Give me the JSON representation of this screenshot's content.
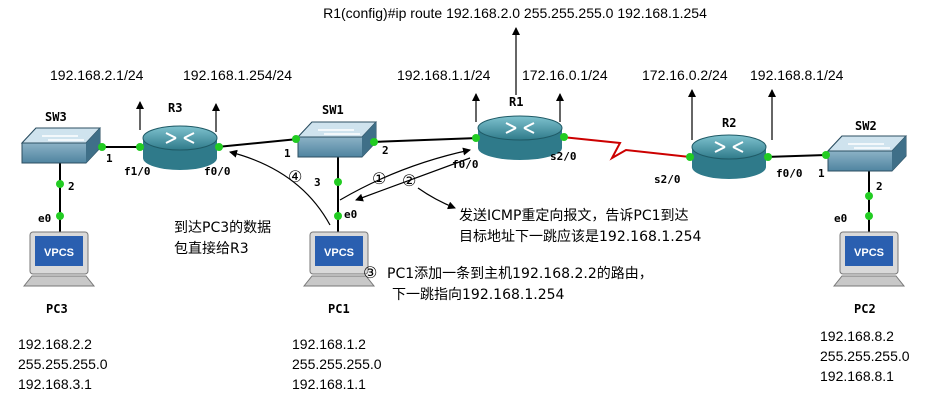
{
  "command": "R1(config)#ip route 192.168.2.0 255.255.255.0 192.168.1.254",
  "ip_labels": {
    "r3_f10": "192.168.2.1/24",
    "r3_f00": "192.168.1.254/24",
    "r1_f00": "192.168.1.1/24",
    "r1_s20": "172.16.0.1/24",
    "r2_s20": "172.16.0.2/24",
    "r2_f00": "192.168.8.1/24"
  },
  "devices": {
    "sw3": "SW3",
    "r3": "R3",
    "sw1": "SW1",
    "r1": "R1",
    "r2": "R2",
    "sw2": "SW2",
    "pc3": "PC3",
    "pc1": "PC1",
    "pc2": "PC2",
    "vpcs": "VPCS"
  },
  "ifaces": {
    "sw3_1": "1",
    "sw3_2": "2",
    "pc3_e0": "e0",
    "r3_f10": "f1/0",
    "r3_f00": "f0/0",
    "sw1_1": "1",
    "sw1_2": "2",
    "sw1_3": "3",
    "pc1_e0": "e0",
    "r1_f00": "f0/0",
    "r1_s20": "s2/0",
    "r2_s20": "s2/0",
    "r2_f00": "f0/0",
    "sw2_1": "1",
    "sw2_2": "2",
    "pc2_e0": "e0"
  },
  "steps": {
    "s1": "①",
    "s2": "②",
    "s3": "③",
    "s4": "④"
  },
  "annotations": {
    "icmp_line1": "发送ICMP重定向报文，告诉PC1到达",
    "icmp_line2": "目标地址下一跳应该是192.168.1.254",
    "pc3_line1": "到达PC3的数据",
    "pc3_line2": "包直接给R3",
    "pc1_line1": "PC1添加一条到主机192.168.2.2的路由，",
    "pc1_line2": "下一跳指向192.168.1.254"
  },
  "pc3_cfg": [
    "192.168.2.2",
    "255.255.255.0",
    "192.168.3.1"
  ],
  "pc1_cfg": [
    "192.168.1.2",
    "255.255.255.0",
    "192.168.1.1"
  ],
  "pc2_cfg": [
    "192.168.8.2",
    "255.255.255.0",
    "192.168.8.1"
  ],
  "colors": {
    "link": "#000000",
    "serial": "#cc0000",
    "port": "#22cc22",
    "router": "#3f8f9f",
    "switch": "#5b8ea8",
    "vpcs": "#2a5fb0"
  }
}
